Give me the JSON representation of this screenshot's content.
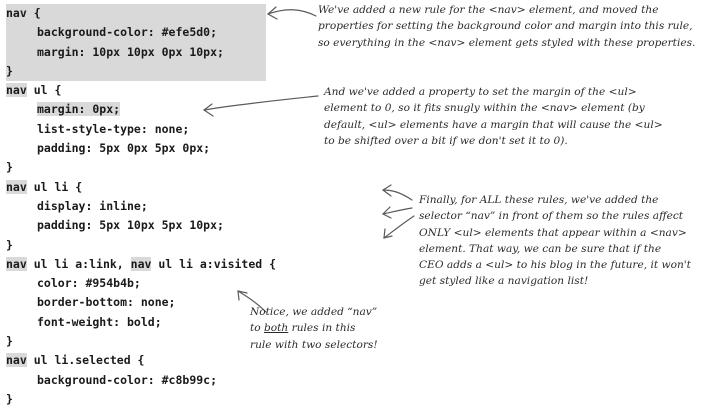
{
  "code": {
    "rule1": {
      "selector": "nav {",
      "decl1": "background-color: #efe5d0;",
      "decl2": "margin: 10px 10px 0px 10px;",
      "close": "}"
    },
    "rule2": {
      "nav": "nav",
      "selector": " ul {",
      "decl1": "margin: 0px;",
      "decl2": "list-style-type: none;",
      "decl3": "padding: 5px 0px 5px 0px;",
      "close": "}"
    },
    "rule3": {
      "nav": "nav",
      "selector": " ul li {",
      "decl1": "display: inline;",
      "decl2": "padding: 5px 10px 5px 10px;",
      "close": "}"
    },
    "rule4": {
      "nav1": "nav",
      "selector1": " ul li a:link, ",
      "nav2": "nav",
      "selector2": " ul li a:visited {",
      "decl1": "color: #954b4b;",
      "decl2": "border-bottom: none;",
      "decl3": "font-weight: bold;",
      "close": "}"
    },
    "rule5": {
      "nav": "nav",
      "selector": " ul li.selected {",
      "decl1": "background-color: #c8b99c;",
      "close": "}"
    }
  },
  "notes": {
    "note1": [
      "We've added a new rule for the <nav> element, and moved the",
      "properties for setting the background color and margin into this rule,",
      "so everything in the <nav> element gets styled with these properties."
    ],
    "note2": [
      "And we've added a property to set the margin of the <ul>",
      "element to 0, so it fits snugly within the <nav> element (by",
      "default, <ul> elements have a margin that will cause the <ul>",
      "to be shifted over a bit if we don't set it to 0)."
    ],
    "note3": [
      "Finally, for ALL these rules, we've added the",
      "selector “nav” in front of them so the rules affect",
      "ONLY <ul> elements that appear within a <nav>",
      "element. That way, we can be sure that if the",
      "CEO adds a <ul> to his blog in the future, it won't",
      "get styled like a navigation list!"
    ],
    "note4": {
      "line1": "Notice, we added “nav”",
      "line2_pre": "to ",
      "line2_ul": "both",
      "line2_post": " rules in this",
      "line3": "rule with two selectors!"
    }
  }
}
